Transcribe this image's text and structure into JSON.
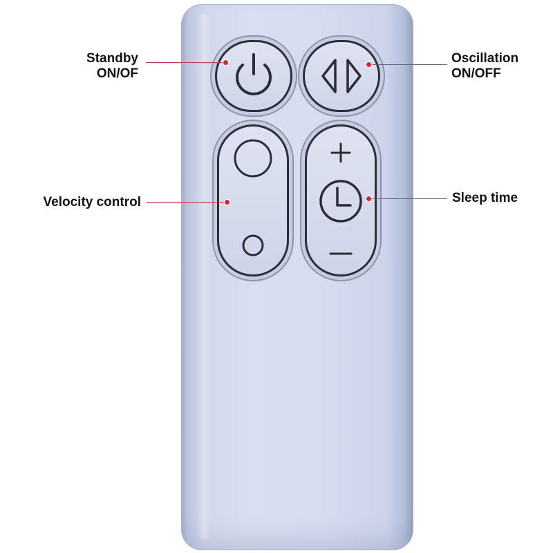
{
  "callouts": {
    "standby": {
      "line1": "Standby",
      "line2": "ON/OF"
    },
    "oscillation": {
      "line1": "Oscillation",
      "line2": "ON/OFF"
    },
    "velocity": {
      "text": "Velocity control"
    },
    "sleep": {
      "text": "Sleep time"
    }
  },
  "buttons": {
    "power_icon": "power-icon",
    "oscillation_icon": "oscillation-arrows-icon",
    "velocity_up_icon": "large-circle-icon",
    "velocity_down_icon": "small-circle-icon",
    "plus_icon": "plus-icon",
    "clock_icon": "clock-icon",
    "minus_icon": "minus-icon"
  },
  "colors": {
    "remote_body": "#d7dcef",
    "button_outline": "#2d2f38",
    "leader_line": "#d8343f",
    "marker_dot": "#d62430"
  }
}
